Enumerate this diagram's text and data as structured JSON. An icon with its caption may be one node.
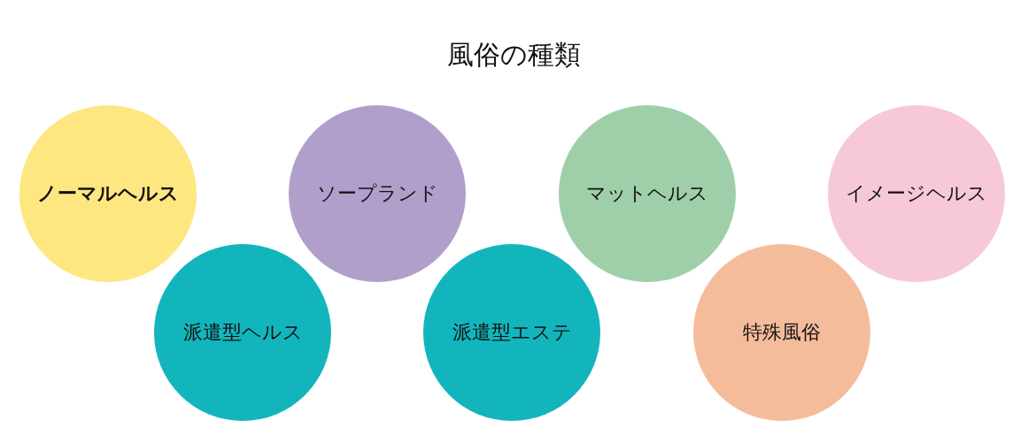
{
  "diagram": {
    "title": "風俗の種類",
    "nodes": [
      {
        "text": [
          "ノーマルヘルス"
        ]
      },
      {
        "text": [
          "派遣型ヘルス"
        ]
      },
      {
        "text": [
          "ソープランド"
        ]
      },
      {
        "text": [
          "派遣型エステ"
        ]
      },
      {
        "text": [
          "マットヘルス"
        ]
      },
      {
        "text": [
          "特殊風俗"
        ]
      },
      {
        "text": [
          "イメージヘルス"
        ]
      }
    ]
  }
}
